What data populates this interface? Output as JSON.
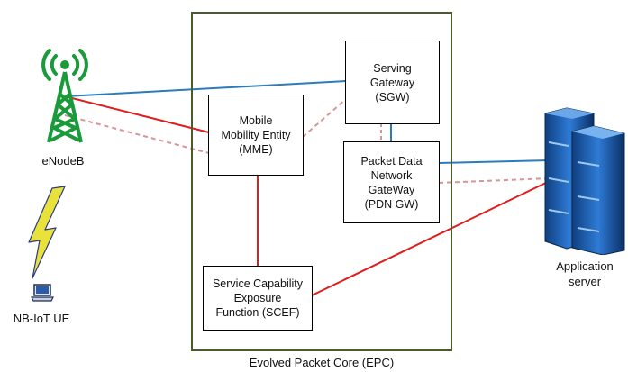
{
  "epc": {
    "label": "Evolved Packet Core (EPC)"
  },
  "nodes": {
    "enodeb": "eNodeB",
    "ue": "NB-IoT UE",
    "app_server": "Application\nserver",
    "mme": "Mobile\nMobility Entity\n(MME)",
    "sgw": "Serving\nGateway\n(SGW)",
    "pdngw": "Packet Data\nNetwork\nGateWay\n(PDN GW)",
    "scef": "Service Capability\nExposure\nFunction (SCEF)"
  },
  "colors": {
    "epc_border": "#4a5a2a",
    "blue_link": "#2b7bbd",
    "red_link": "#e21b1b",
    "dashed_link": "#d99594",
    "tower": "#1a9a3a",
    "lightning": "#e8e23a",
    "server": "#1f5fa8"
  },
  "icons": [
    "antenna-tower-icon",
    "lightning-icon",
    "laptop-icon",
    "server-rack-icon"
  ]
}
